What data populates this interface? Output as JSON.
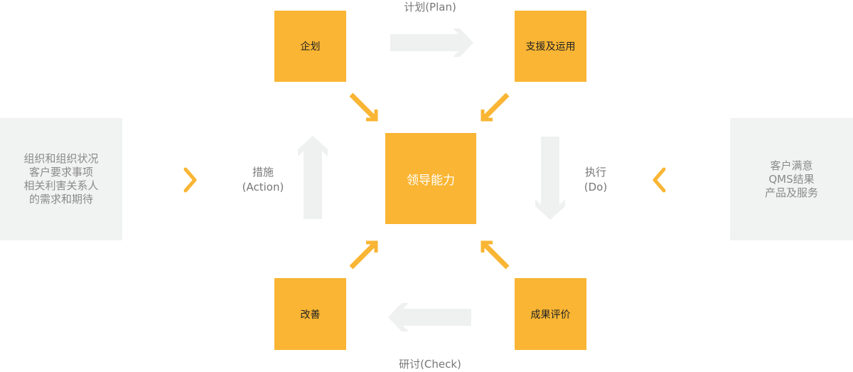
{
  "colors": {
    "accent": "#f9b533",
    "panel": "#f1f2f2",
    "arrow": "#eff0f0"
  },
  "boxes": {
    "plan": "企划",
    "support": "支援及运用",
    "improve": "改善",
    "evaluate": "成果评价",
    "center": "领导能力"
  },
  "labels": {
    "plan": "计划(Plan)",
    "check": "研讨(Check)",
    "action_1": "措施",
    "action_2": "(Action)",
    "do_1": "执行",
    "do_2": "(Do)"
  },
  "left_panel": [
    "组织和组织状况",
    "客户要求事项",
    "相关利害关系人",
    "的需求和期待"
  ],
  "right_panel": [
    "客户满意",
    "QMS结果",
    "产品及服务"
  ]
}
